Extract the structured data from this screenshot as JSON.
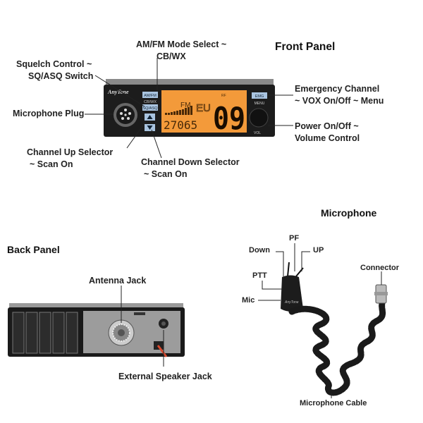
{
  "sections": {
    "front_panel": "Front Panel",
    "back_panel": "Back Panel",
    "microphone": "Microphone"
  },
  "front_labels": {
    "mode_select_1": "AM/FM Mode Select ~",
    "mode_select_2": "CB/WX",
    "squelch_1": "Squelch Control ~",
    "squelch_2": "SQ/ASQ Switch",
    "mic_plug": "Microphone Plug",
    "emergency_1": "Emergency Channel",
    "emergency_2": "~ VOX On/Off ~ Menu",
    "power_1": "Power On/Off ~",
    "power_2": "Volume Control",
    "ch_up_1": "Channel Up Selector",
    "ch_up_2": "~ Scan On",
    "ch_down_1": "Channel Down Selector",
    "ch_down_2": "~ Scan On"
  },
  "radio": {
    "brand": "AnyTone",
    "btn_amfm": "AM/FM",
    "btn_cbwx": "CB/WX",
    "btn_sq": "SQ/ASQ",
    "btn_emg": "EMG",
    "menu": "MENU",
    "vol": "VOL",
    "mode": "FM",
    "region": "EU",
    "frequency": "27065",
    "channel": "09",
    "rf": "RF"
  },
  "back_labels": {
    "antenna": "Antenna Jack",
    "speaker": "External Speaker Jack"
  },
  "mic_labels": {
    "pf": "PF",
    "down": "Down",
    "up": "UP",
    "ptt": "PTT",
    "mic": "Mic",
    "connector": "Connector",
    "cable": "Microphone Cable"
  },
  "colors": {
    "display": "#f39a3a",
    "body": "#1c1c1c",
    "button": "#a9c4e0"
  }
}
